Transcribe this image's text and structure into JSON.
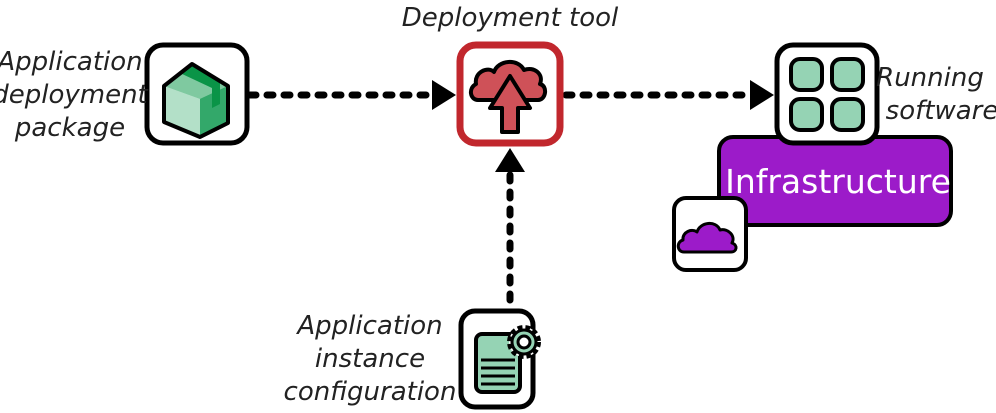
{
  "diagram": {
    "title": "Application deployment flow",
    "nodes": {
      "package": {
        "label_lines": [
          "Application",
          "deployment",
          "package"
        ],
        "icon": "package-box-icon"
      },
      "deployment_tool": {
        "label": "Deployment tool",
        "icon": "cloud-upload-icon"
      },
      "running_software": {
        "label_lines": [
          "Running",
          "software"
        ],
        "icon": "app-grid-icon"
      },
      "infrastructure": {
        "label": "Infrastructure",
        "icon": "cloud-icon"
      },
      "instance_config": {
        "label_lines": [
          "Application",
          "instance",
          "configuration"
        ],
        "icon": "config-document-gear-icon"
      }
    },
    "edges": [
      {
        "from": "package",
        "to": "deployment_tool",
        "style": "dotted"
      },
      {
        "from": "deployment_tool",
        "to": "running_software",
        "style": "dotted"
      },
      {
        "from": "instance_config",
        "to": "deployment_tool",
        "style": "dotted"
      }
    ],
    "colors": {
      "deploy_accent": "#c1272d",
      "deploy_fill": "#cf5158",
      "infra_purple": "#9c1bc9",
      "green_light": "#95d3b4",
      "green_mid": "#33a86a",
      "green_dark": "#0a9447",
      "green_pale": "#b3e0c8",
      "outline": "#000000"
    }
  }
}
